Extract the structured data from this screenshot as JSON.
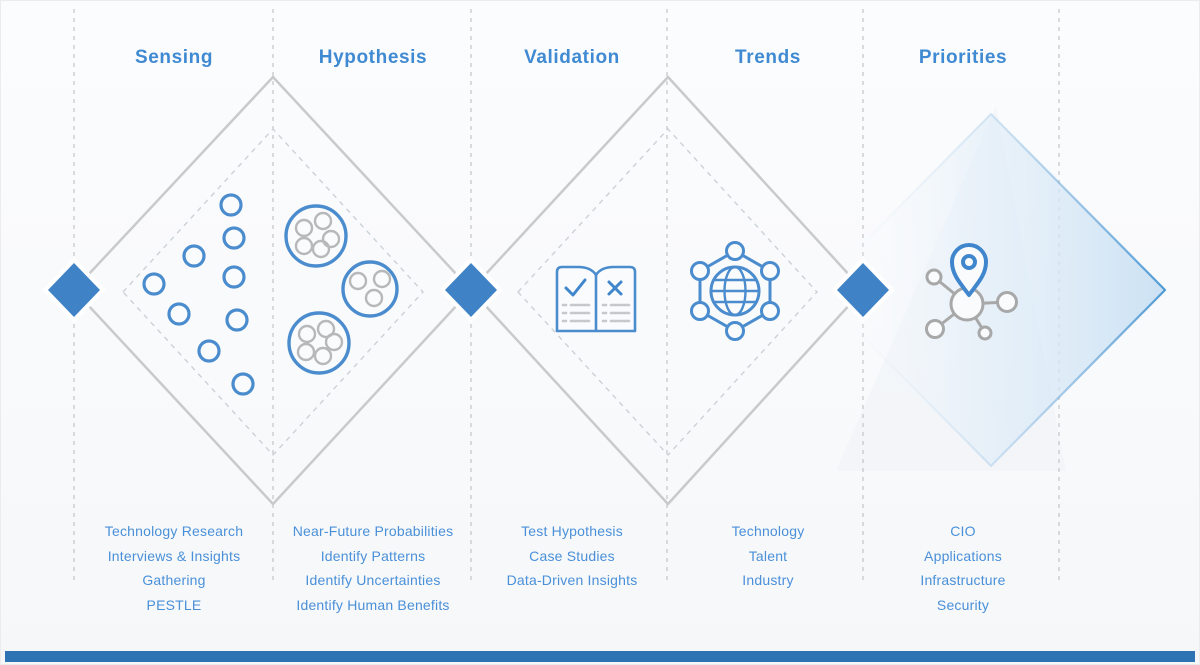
{
  "palette": {
    "header_blue": "#3f8ad2",
    "list_text_blue": "#4a90d9",
    "icon_stroke_blue": "#4a8ccd",
    "milestone_diamond_blue": "#3f83c6",
    "diamond_outline_gray": "#c9cacb",
    "dashed_line_gray": "#c6c8ca",
    "icon_gray": "#a8a8a8",
    "bottom_bar_blue": "#2e74b4",
    "arrow_fill_blue": "#c9e0f3"
  },
  "columns": [
    {
      "title": "Sensing",
      "items": [
        "Technology Research",
        "Interviews & Insights",
        "Gathering",
        "PESTLE"
      ]
    },
    {
      "title": "Hypothesis",
      "items": [
        "Near-Future Probabilities",
        "Identify Patterns",
        "Identify Uncertainties",
        "Identify Human Benefits"
      ]
    },
    {
      "title": "Validation",
      "items": [
        "Test Hypothesis",
        "Case Studies",
        "Data-Driven Insights"
      ]
    },
    {
      "title": "Trends",
      "items": [
        "Technology",
        "Talent",
        "Industry"
      ]
    },
    {
      "title": "Priorities",
      "items": [
        "CIO",
        "Applications",
        "Infrastructure",
        "Security"
      ]
    }
  ],
  "icons": {
    "sensing": "scatter-dots-icon",
    "hypothesis": "clustered-dots-icon",
    "validation": "open-book-check-cross-icon",
    "trends": "globe-network-icon",
    "priorities": "location-pin-network-icon",
    "milestones": "solid-diamond-marker",
    "flow": "forward-arrow"
  }
}
